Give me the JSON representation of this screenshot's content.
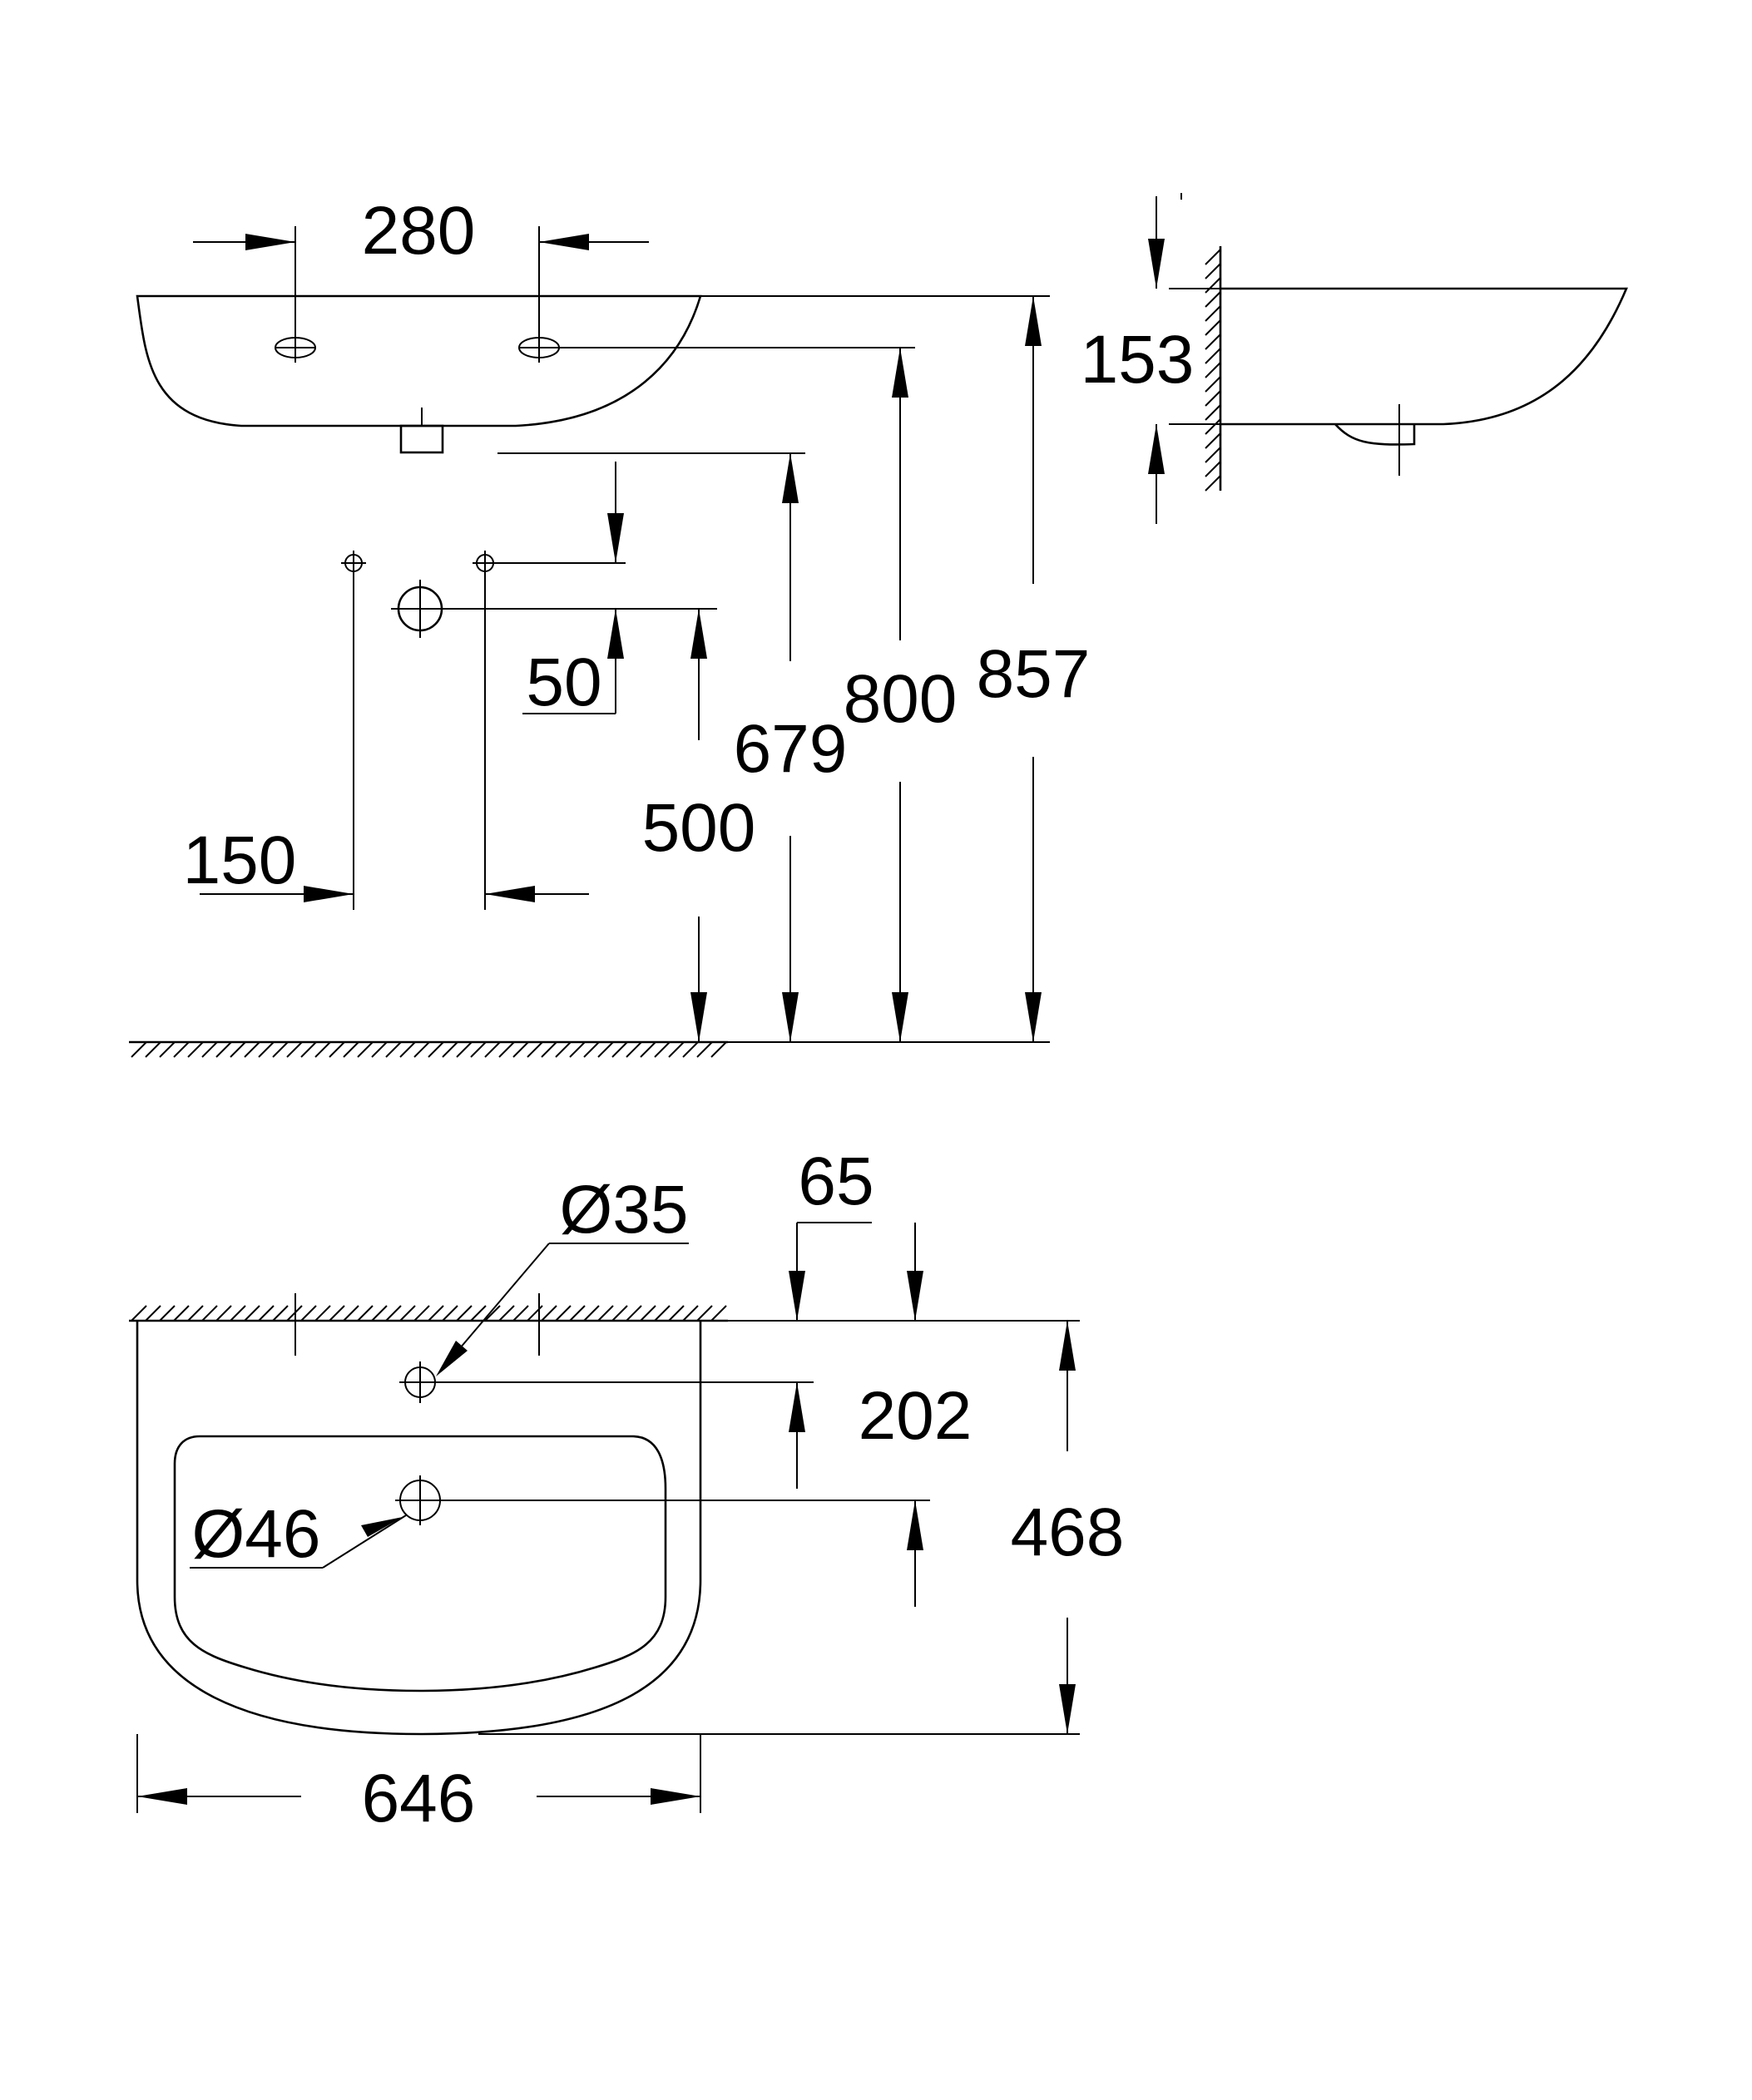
{
  "front_view": {
    "tap_hole_spacing": "280",
    "bracket_spacing": "150",
    "height_offset": "50",
    "waste_height": "500",
    "outlet_height": "679",
    "tap_height": "800",
    "rim_height": "857"
  },
  "side_view": {
    "rim_thickness": "153"
  },
  "top_view": {
    "tap_hole_diameter": "Ø35",
    "drain_diameter": "Ø46",
    "tap_hole_offset": "65",
    "drain_depth": "202",
    "basin_depth": "468",
    "basin_width": "646"
  }
}
